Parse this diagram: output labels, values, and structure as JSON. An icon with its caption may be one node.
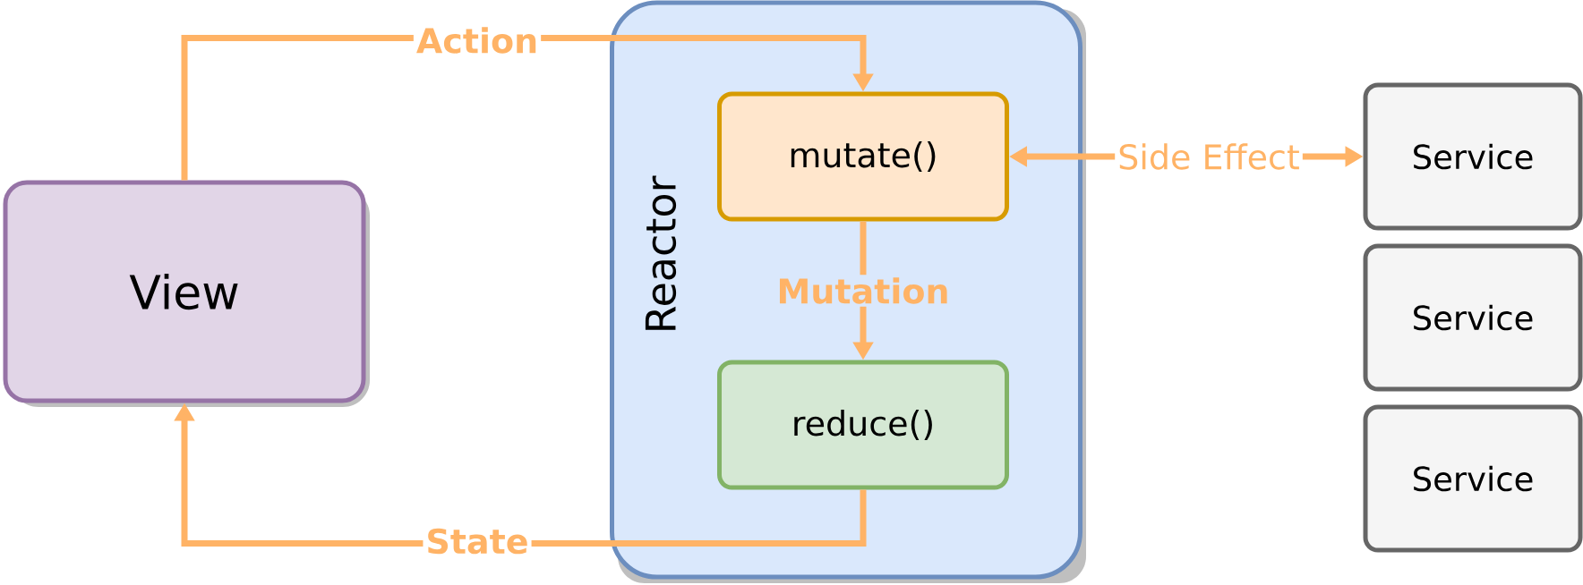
{
  "diagram": {
    "nodes": [
      {
        "text": [
          "View"
        ]
      },
      {
        "text": [
          "Reactor"
        ]
      },
      {
        "text": [
          "mutate()"
        ],
        "in": 1
      },
      {
        "text": [
          "reduce()"
        ],
        "in": 1
      },
      {
        "text": [
          "Service"
        ]
      },
      {
        "text": [
          "Service"
        ]
      },
      {
        "text": [
          "Service"
        ]
      }
    ],
    "edges": [
      {
        "from": 0,
        "to": 2,
        "arrow": "to",
        "label": "Action"
      },
      {
        "from": 2,
        "to": 4,
        "arrow": "both",
        "label": "Side Effect"
      },
      {
        "from": 2,
        "to": 3,
        "arrow": "to",
        "label": "Mutation"
      },
      {
        "from": 3,
        "to": 0,
        "arrow": "to",
        "label": "State"
      }
    ]
  }
}
